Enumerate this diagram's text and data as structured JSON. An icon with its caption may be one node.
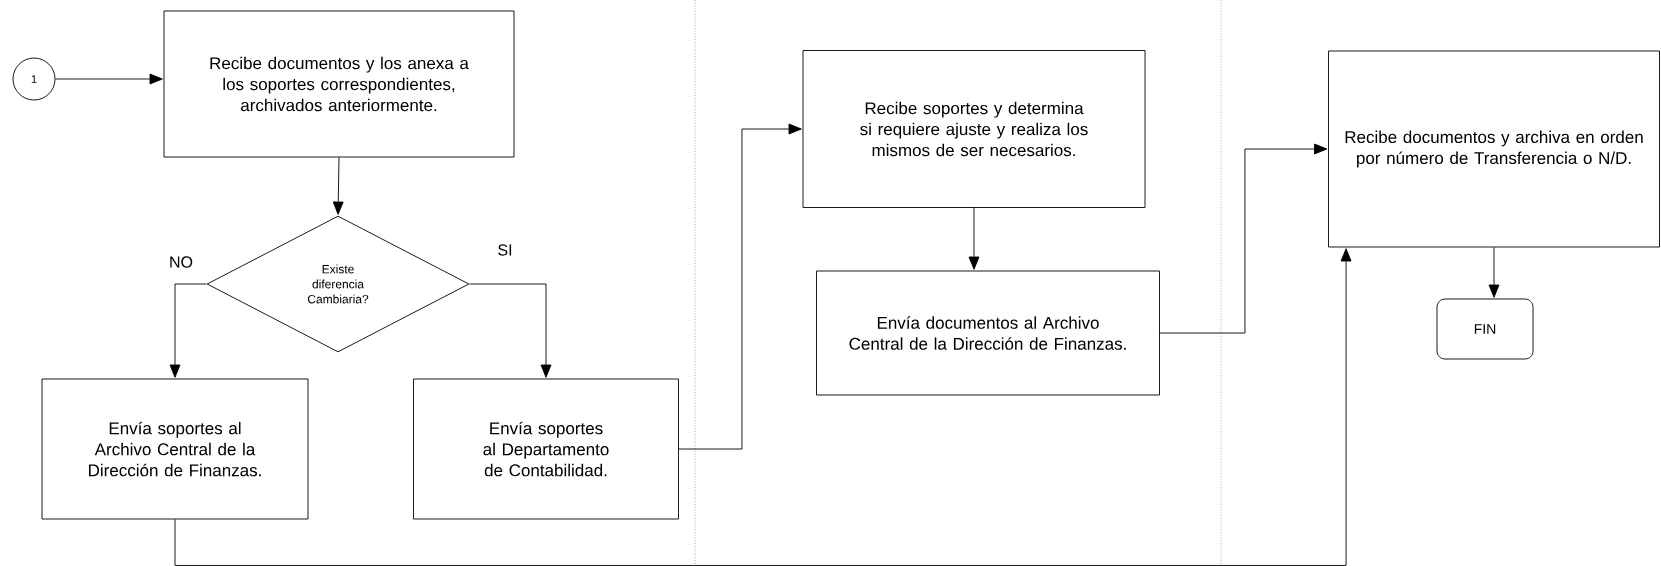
{
  "diagram": {
    "nodes": [
      {
        "text": [
          "1"
        ]
      },
      {
        "text": [
          "Recibe documentos y los anexa a los soportes correspondientes, archivados anteriormente."
        ]
      },
      {
        "text": [
          "Existe diferencia Cambiaria?"
        ]
      },
      {
        "text": [
          "Envía soportes al Archivo Central de la Dirección de Finanzas."
        ]
      },
      {
        "text": [
          "Envía soportes al Departamento de Contabilidad."
        ]
      },
      {
        "text": [
          "Recibe soportes y determina si requiere ajuste y realiza los mismos de ser necesarios."
        ]
      },
      {
        "text": [
          "Envía documentos al Archivo Central de la Dirección de Finanzas."
        ]
      },
      {
        "text": [
          "Recibe documentos y archiva en orden por número de Transferencia o N/D."
        ]
      },
      {
        "text": [
          "FIN"
        ]
      }
    ],
    "edges": [
      {
        "from": 0,
        "to": 1,
        "arrow": "to"
      },
      {
        "from": 1,
        "to": 2,
        "arrow": "to"
      },
      {
        "from": 2,
        "to": 3,
        "arrow": "to",
        "label": "NO"
      },
      {
        "from": 2,
        "to": 4,
        "arrow": "to",
        "label": "SI"
      },
      {
        "from": 4,
        "to": 5,
        "arrow": "to"
      },
      {
        "from": 5,
        "to": 6,
        "arrow": "to"
      },
      {
        "from": 6,
        "to": 7,
        "arrow": "to"
      },
      {
        "from": 3,
        "to": 7,
        "arrow": "to"
      },
      {
        "from": 7,
        "to": 8,
        "arrow": "to"
      }
    ]
  }
}
